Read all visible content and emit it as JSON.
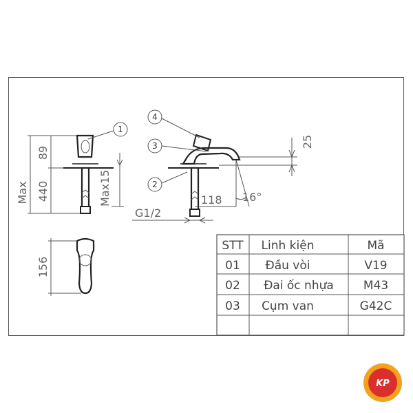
{
  "dimensions": {
    "d89": "89",
    "d440": "440",
    "max": "Max",
    "max15": "Max15",
    "d156": "156",
    "d25": "25",
    "d118": "118",
    "angle": "16°",
    "thread": "G1/2"
  },
  "callouts": [
    "1",
    "2",
    "3",
    "4"
  ],
  "table": {
    "headers": [
      "STT",
      "Linh kiện",
      "Mã"
    ],
    "rows": [
      [
        "01",
        "Đầu vòi",
        "V19"
      ],
      [
        "02",
        "Đai ốc nhựa",
        "M43"
      ],
      [
        "03",
        "Cụm van",
        "G42C"
      ],
      [
        "",
        "",
        ""
      ]
    ]
  },
  "logo": {
    "text": "KP",
    "colors": {
      "outer": "#f2a21b",
      "inner": "#d92f2f"
    }
  }
}
